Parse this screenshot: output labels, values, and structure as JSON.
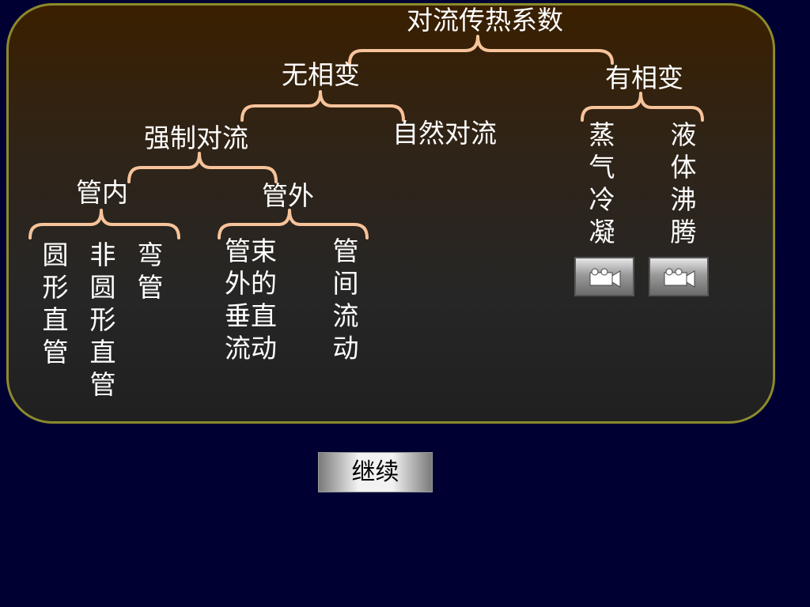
{
  "tree": {
    "root": "对流传热系数",
    "no_phase_change": "无相变",
    "phase_change": "有相变",
    "forced_convection": "强制对流",
    "natural_convection": "自然对流",
    "inside_tube": "管内",
    "outside_tube": "管外",
    "round_straight_tube": "圆形直管",
    "non_round_straight_tube": "非圆形直管",
    "bent_tube": "弯管",
    "perpendicular_flow": "管束外的垂直流动",
    "between_tubes_flow": "管间流动",
    "steam_condensation": "蒸气冷凝",
    "liquid_boiling": "液体沸腾"
  },
  "buttons": {
    "continue_label": "继续",
    "condensation_video_icon": "video-camera-icon",
    "boiling_video_icon": "video-camera-icon"
  },
  "colors": {
    "background": "#000033",
    "panel_border": "#8c8a2a",
    "brace": "#f7c39a",
    "text": "#ffffff"
  }
}
